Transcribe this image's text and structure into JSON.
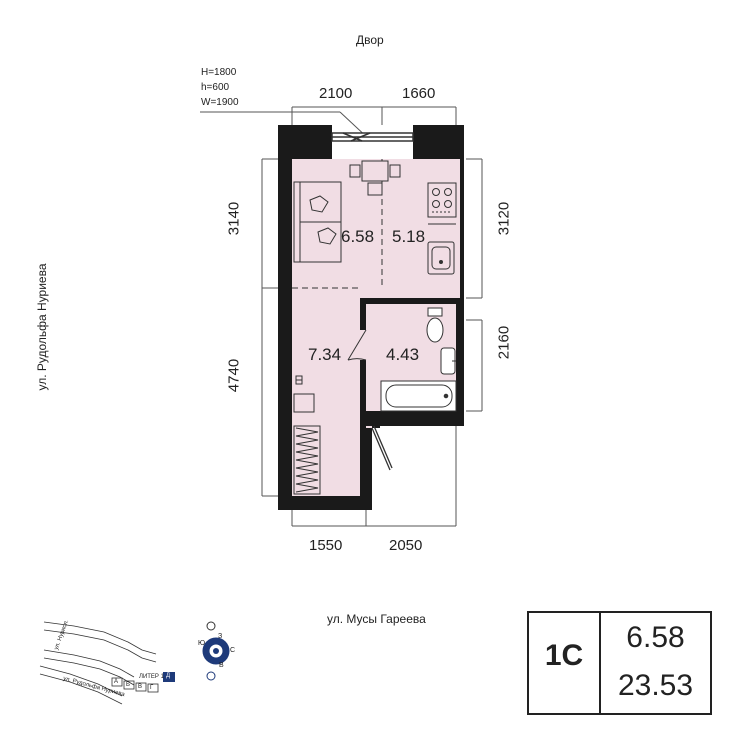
{
  "labels": {
    "courtyard": "Двор",
    "street_left": "ул. Рудольфа Нуриева",
    "street_bottom": "ул. Мусы Гареева"
  },
  "window_spec": {
    "line1": "H=1800",
    "line2": "h=600",
    "line3": "W=1900"
  },
  "dimensions": {
    "top_left": "2100",
    "top_right": "1660",
    "left_upper": "3140",
    "left_lower": "4740",
    "right_upper": "3120",
    "right_lower": "2160",
    "bottom_left": "1550",
    "bottom_right": "2050"
  },
  "rooms": {
    "living": "6.58",
    "kitchen": "5.18",
    "hall": "7.34",
    "bathroom": "4.43"
  },
  "info": {
    "type": "1С",
    "living_area": "6.58",
    "total_area": "23.53"
  },
  "site_plan": {
    "street_1": "ул. Нурисл.",
    "street_2": "ул. Рудольфа Нуриева",
    "building": "ЛИТЕР 1",
    "block_a": "А",
    "block_b": "Б",
    "block_v": "В",
    "block_g": "Г",
    "block_d": "Д"
  },
  "compass": {
    "north": "З",
    "south": "В",
    "east": "С",
    "west": "Ю"
  },
  "colors": {
    "room_fill": "#f1dde4",
    "wall": "#1a1a1a",
    "accent_blue": "#1e3a7a"
  }
}
